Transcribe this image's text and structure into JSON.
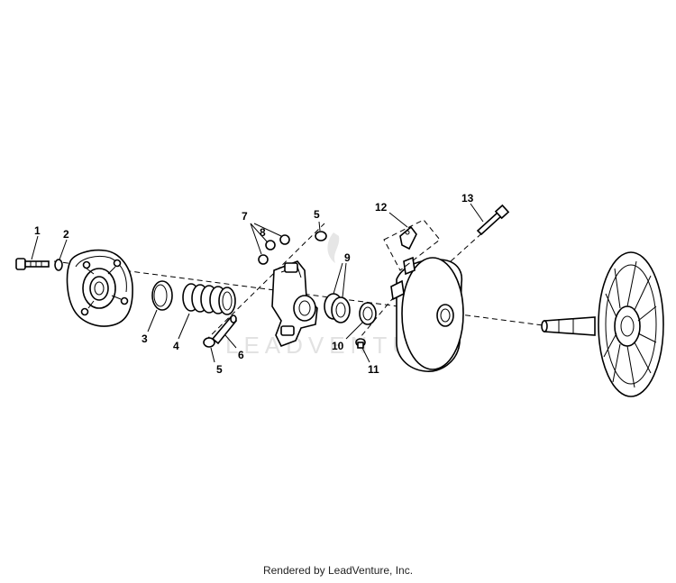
{
  "diagram": {
    "callouts": {
      "c1": "1",
      "c2": "2",
      "c3": "3",
      "c4": "4",
      "c5a": "5",
      "c5b": "5",
      "c6": "6",
      "c7": "7",
      "c8": "8",
      "c9": "9",
      "c10": "10",
      "c11": "11",
      "c12": "12",
      "c13": "13"
    },
    "watermark": "LEADVENTURE"
  },
  "footer": {
    "text": "Rendered by LeadVenture, Inc."
  }
}
